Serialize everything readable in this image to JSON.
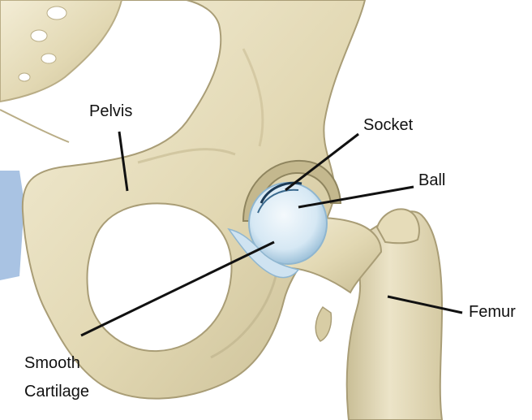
{
  "labels": {
    "pelvis": "Pelvis",
    "socket": "Socket",
    "ball": "Ball",
    "femur": "Femur",
    "cartilage_line1": "Smooth",
    "cartilage_line2": "Cartilage"
  },
  "colors": {
    "bone_light": "#efe8cf",
    "bone_mid": "#ddd3ad",
    "bone_shadow": "#b9ad86",
    "bone_dark": "#8f855f",
    "cartilage": "#d6e8f4",
    "cartilage_edge": "#8fb6d0",
    "soft_tissue": "#a9c3e3",
    "leader": "#111111"
  }
}
